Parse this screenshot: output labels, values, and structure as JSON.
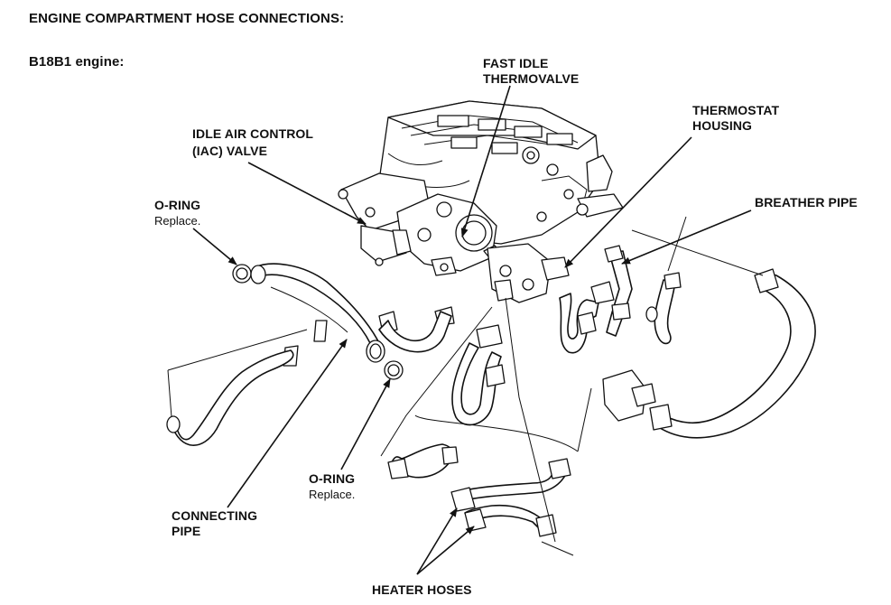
{
  "title": "ENGINE COMPARTMENT HOSE CONNECTIONS:",
  "subtitle": "B18B1 engine:",
  "labels": {
    "fast_idle": [
      "FAST IDLE",
      "THERMOVALVE"
    ],
    "iac": [
      "IDLE AIR CONTROL",
      "(IAC) VALVE"
    ],
    "thermostat": [
      "THERMOSTAT",
      "HOUSING"
    ],
    "breather": "BREATHER PIPE",
    "oring_left": {
      "name": "O-RING",
      "note": "Replace."
    },
    "oring_bottom": {
      "name": "O-RING",
      "note": "Replace."
    },
    "connecting_pipe": [
      "CONNECTING",
      "PIPE"
    ],
    "heater_hoses": "HEATER HOSES"
  },
  "colors": {
    "ink": "#111111",
    "background": "#ffffff"
  }
}
